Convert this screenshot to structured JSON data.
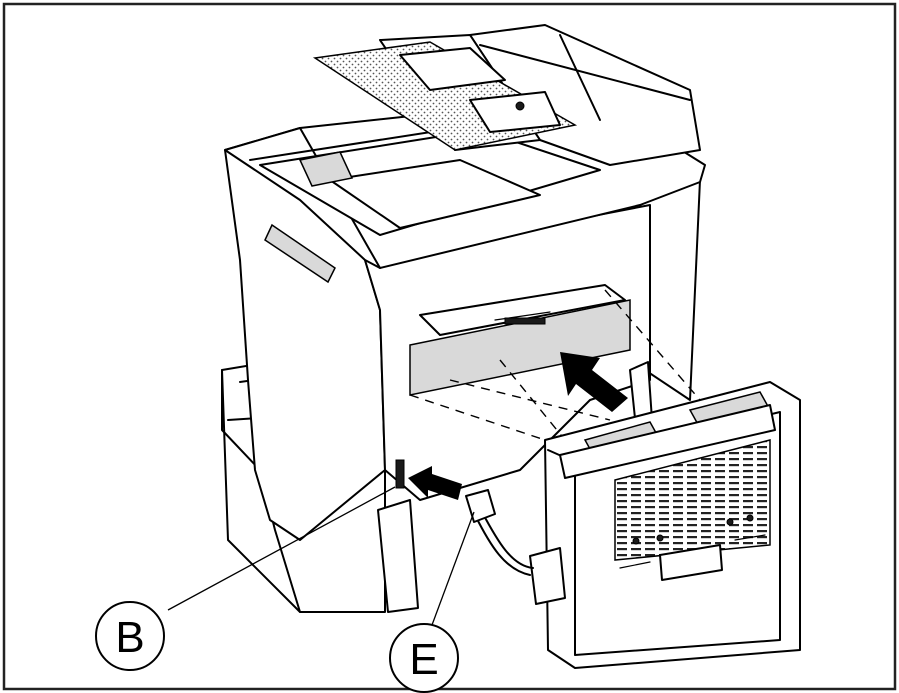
{
  "callouts": [
    {
      "id": "B",
      "label": "B"
    },
    {
      "id": "E",
      "label": "E"
    }
  ],
  "colors": {
    "line": "#000000",
    "background": "#ffffff",
    "border": "#222222"
  }
}
